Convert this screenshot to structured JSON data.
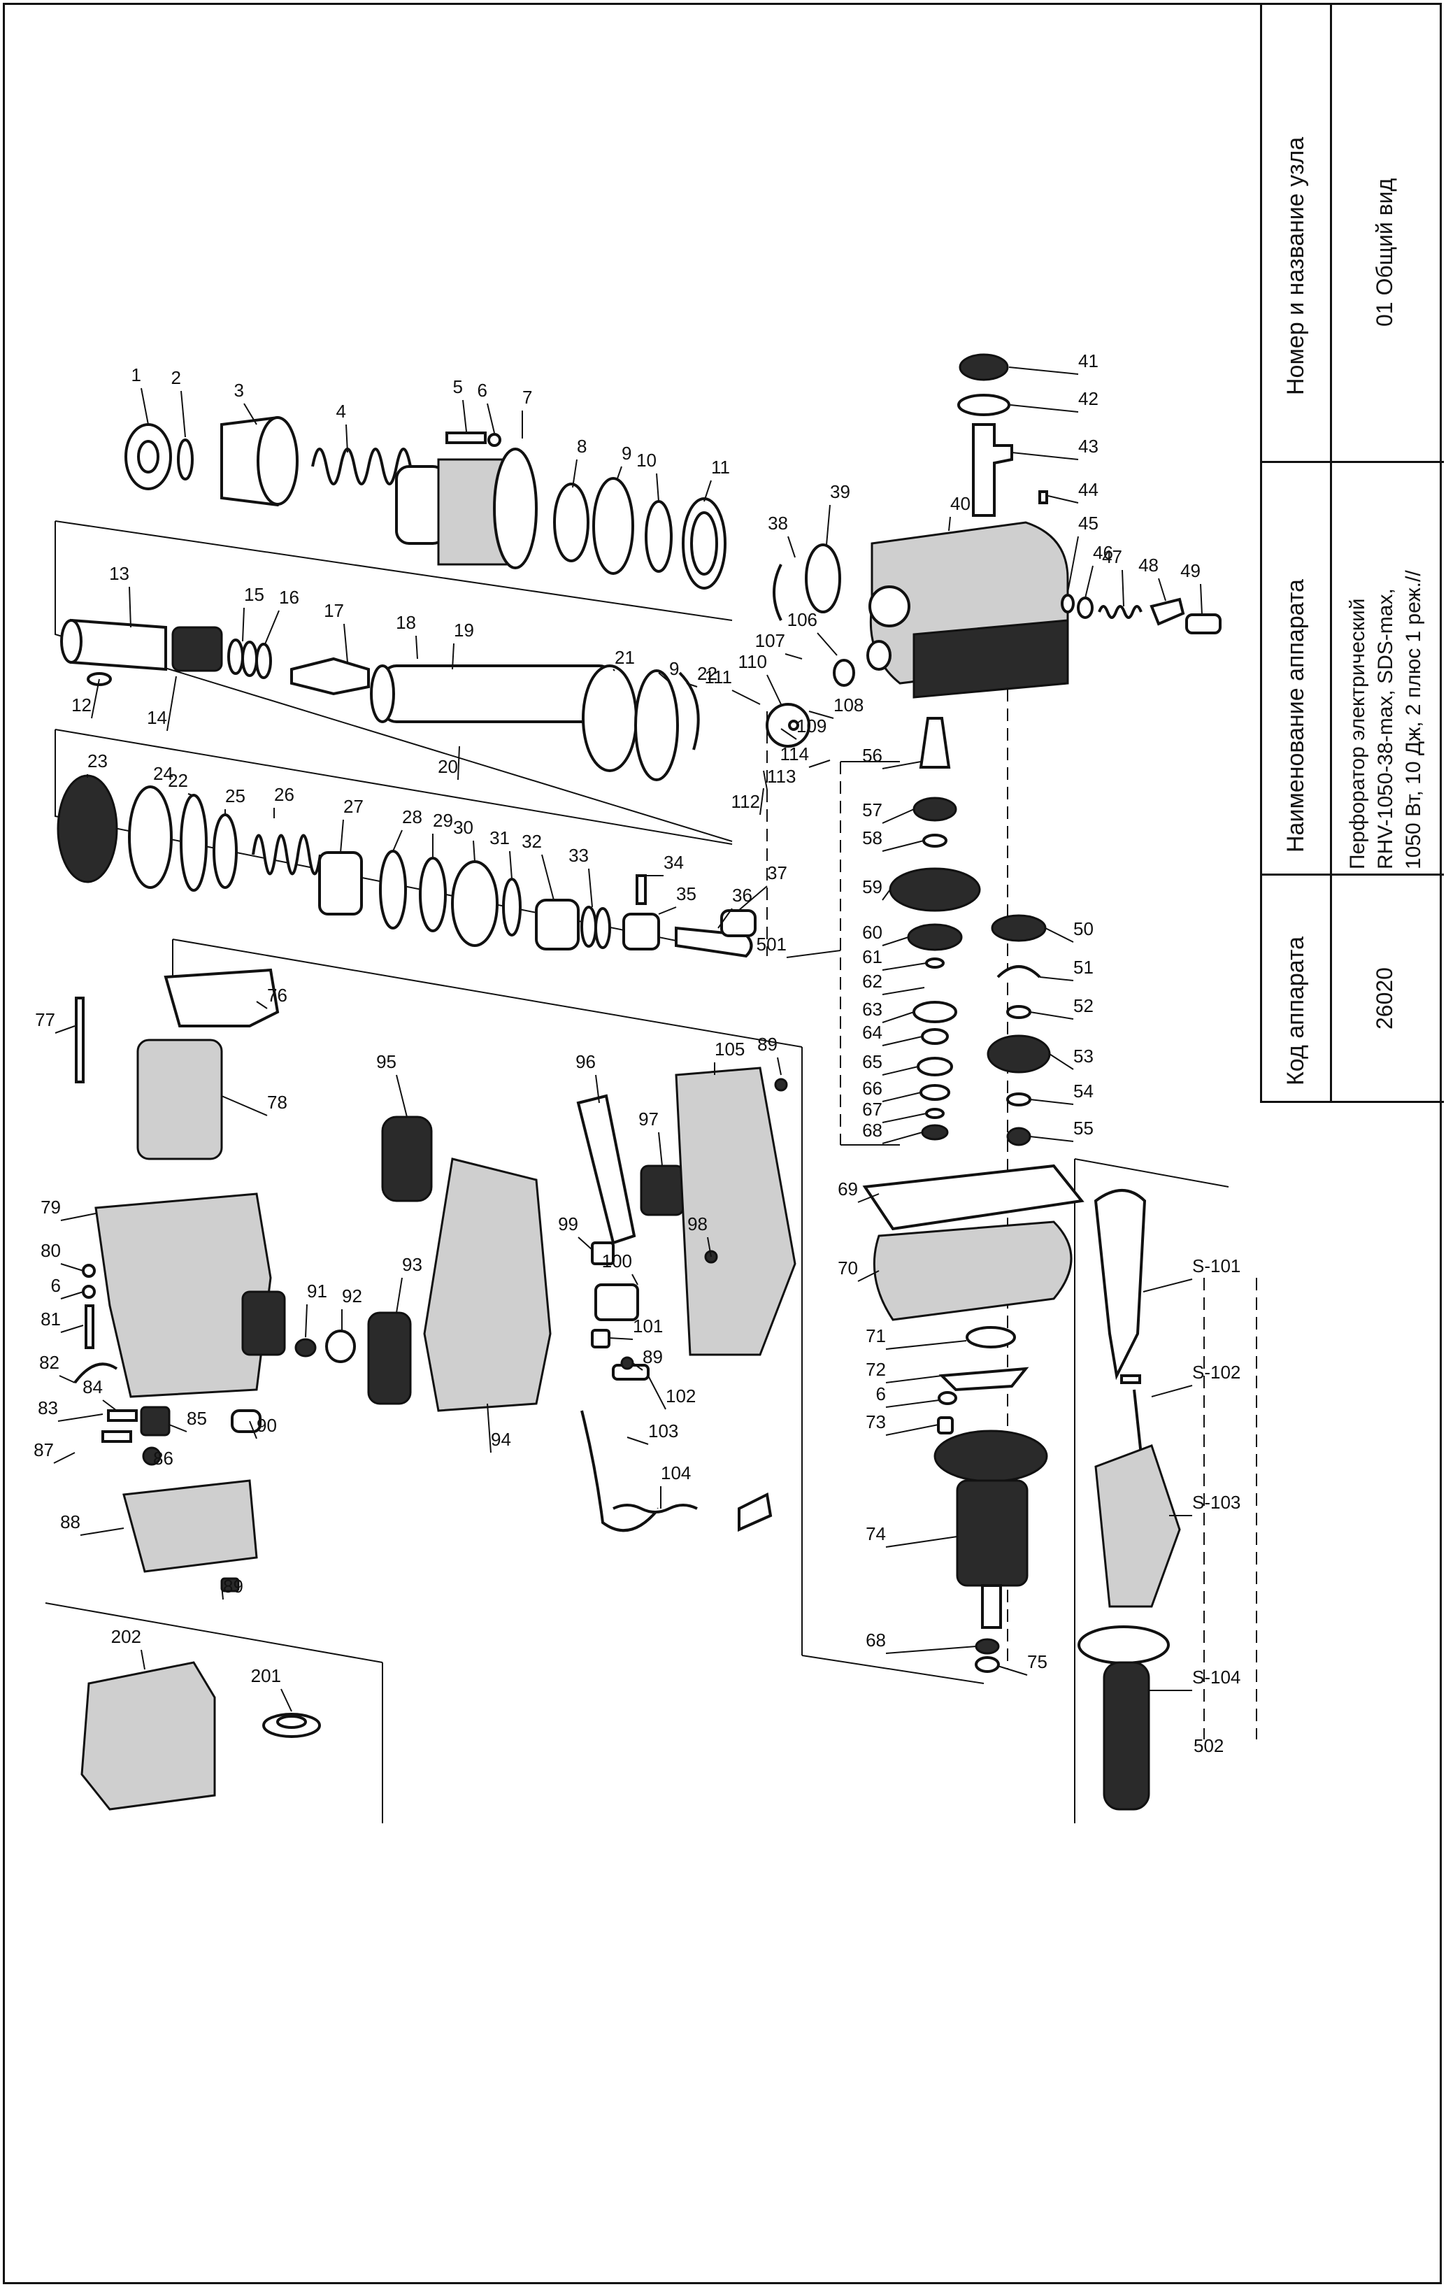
{
  "header": {
    "code_heading": "Код аппарата",
    "code_value": "26020",
    "name_heading": "Наименование аппарата",
    "name_value_1": "Перфоратор электрический",
    "name_value_2": "RHV-1050-38-max, SDS-max,",
    "name_value_3": "1050 Вт, 10 Дж, 2 плюс 1 реж.//",
    "node_heading": "Номер и название узла",
    "node_value": "01 Общий вид"
  },
  "parts": [
    "1",
    "2",
    "3",
    "4",
    "5",
    "6",
    "7",
    "8",
    "9",
    "10",
    "11",
    "12",
    "13",
    "14",
    "15",
    "16",
    "17",
    "18",
    "19",
    "20",
    "21",
    "9",
    "22",
    "23",
    "24",
    "22",
    "25",
    "26",
    "27",
    "28",
    "29",
    "30",
    "31",
    "32",
    "33",
    "34",
    "35",
    "36",
    "37",
    "38",
    "39",
    "40",
    "41",
    "42",
    "43",
    "44",
    "45",
    "46",
    "47",
    "48",
    "49",
    "106",
    "107",
    "108",
    "109",
    "110",
    "111",
    "113",
    "112",
    "114",
    "56",
    "57",
    "58",
    "59",
    "501",
    "60",
    "61",
    "62",
    "63",
    "64",
    "65",
    "66",
    "67",
    "68",
    "50",
    "51",
    "52",
    "53",
    "54",
    "55",
    "76",
    "77",
    "78",
    "95",
    "96",
    "105",
    "89",
    "97",
    "79",
    "80",
    "6",
    "81",
    "82",
    "84",
    "83",
    "85",
    "87",
    "86",
    "91",
    "92",
    "93",
    "99",
    "100",
    "98",
    "101",
    "89",
    "102",
    "94",
    "103",
    "104",
    "69",
    "70",
    "71",
    "72",
    "6",
    "73",
    "74",
    "68",
    "75",
    "88",
    "89",
    "90",
    "202",
    "201",
    "S-101",
    "S-102",
    "S-103",
    "S-104",
    "502"
  ]
}
